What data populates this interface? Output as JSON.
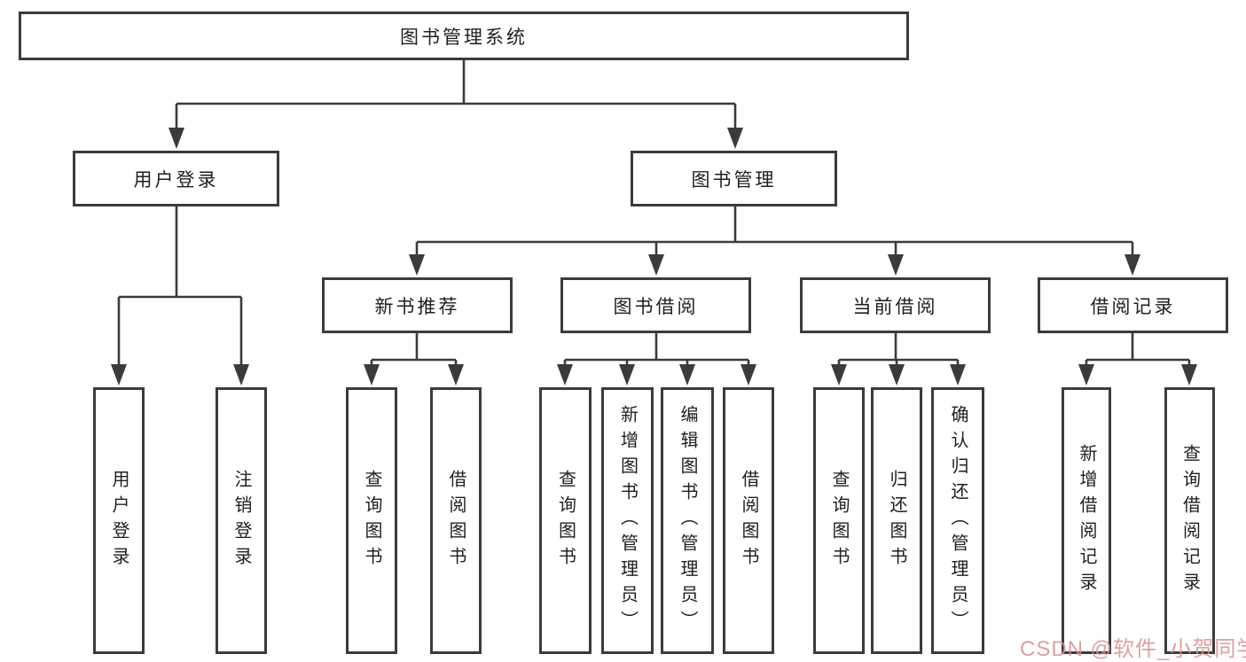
{
  "diagram": {
    "title": "图书管理系统",
    "colors": {
      "line": "#3b3b3b",
      "box_border": "#3b3b3b",
      "text": "#1f1f1f",
      "background": "#ffffff"
    },
    "nodes": {
      "root": {
        "label": "图书管理系统"
      },
      "user_login": {
        "label": "用户登录",
        "children": [
          {
            "label": "用户登录"
          },
          {
            "label": "注销登录"
          }
        ]
      },
      "book_mgmt": {
        "label": "图书管理",
        "sections": {
          "new_book_rec": {
            "label": "新书推荐",
            "children": [
              {
                "label": "查询图书"
              },
              {
                "label": "借阅图书"
              }
            ]
          },
          "book_borrow": {
            "label": "图书借阅",
            "children": [
              {
                "label": "查询图书"
              },
              {
                "label": "新增图书（管理员）"
              },
              {
                "label": "编辑图书（管理员）"
              },
              {
                "label": "借阅图书"
              }
            ]
          },
          "current_borrow": {
            "label": "当前借阅",
            "children": [
              {
                "label": "查询图书"
              },
              {
                "label": "归还图书"
              },
              {
                "label": "确认归还（管理员）"
              }
            ]
          },
          "borrow_records": {
            "label": "借阅记录",
            "children": [
              {
                "label": "新增借阅记录"
              },
              {
                "label": "查询借阅记录"
              }
            ]
          }
        }
      }
    }
  },
  "watermark": {
    "text": "CSDN @软件_小贺同学",
    "color": "#d98e8e"
  }
}
